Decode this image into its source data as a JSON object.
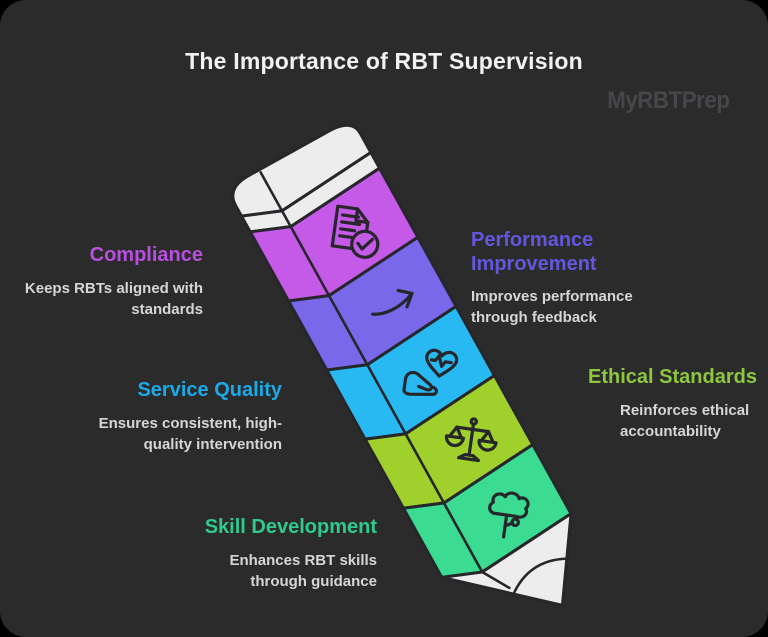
{
  "title": "The Importance of RBT Supervision",
  "watermark": "MyRBTPrep",
  "colors": {
    "background": "#2b2b2b",
    "outline": "#26262b",
    "title_text": "#f2f2f2",
    "watermark_text": "#47474b",
    "body_text": "#d6d6d6"
  },
  "pencil": {
    "eraser_color": "#ededed",
    "band_color": "#ededed",
    "tip_color": "#ededed",
    "outline_color": "#26262b",
    "segments": [
      {
        "id": "compliance",
        "color": "#c55ae8",
        "icon": "document-check-icon"
      },
      {
        "id": "performance",
        "color": "#7968ea",
        "icon": "trend-up-icon"
      },
      {
        "id": "service",
        "color": "#29b9f2",
        "icon": "hand-heart-icon"
      },
      {
        "id": "ethical",
        "color": "#9fd02b",
        "icon": "balance-scale-icon"
      },
      {
        "id": "skill",
        "color": "#3bdb92",
        "icon": "growth-tree-icon"
      }
    ]
  },
  "labels": [
    {
      "id": "compliance",
      "heading": "Compliance",
      "heading_color": "#b84fe0",
      "body": "Keeps RBTs aligned with\nstandards"
    },
    {
      "id": "performance-improvement",
      "heading": "Performance\nImprovement",
      "heading_color": "#6456dd",
      "body": "Improves performance\nthrough feedback"
    },
    {
      "id": "service-quality",
      "heading": "Service Quality",
      "heading_color": "#1ca9e8",
      "body": "Ensures consistent, high-\nquality intervention"
    },
    {
      "id": "ethical-standards",
      "heading": "Ethical Standards",
      "heading_color": "#8dc63f",
      "body": "Reinforces ethical\naccountability"
    },
    {
      "id": "skill-development",
      "heading": "Skill Development",
      "heading_color": "#2fca8c",
      "body": "Enhances RBT skills\nthrough guidance"
    }
  ]
}
